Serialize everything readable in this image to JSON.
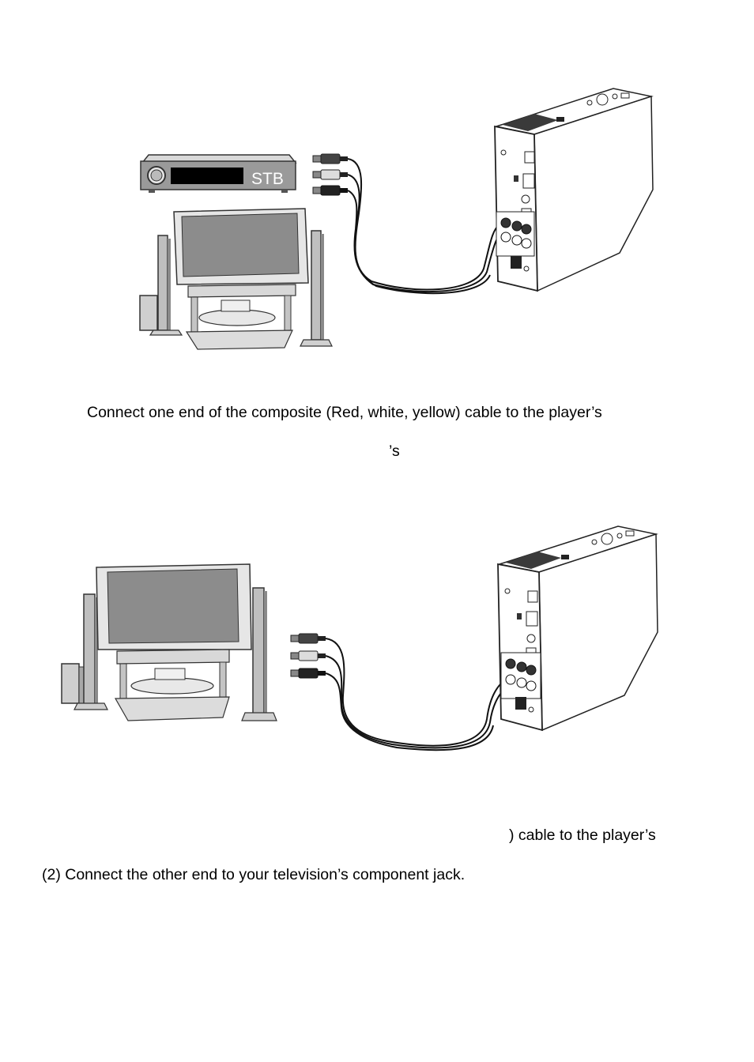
{
  "figure1": {
    "stb_label": "STB"
  },
  "text": {
    "line1": "Connect one end of the composite (Red, white, yellow) cable to the player’s",
    "line2": "’s",
    "line3": ") cable to the player’s",
    "line4": "(2) Connect the other end to your television’s component jack."
  }
}
